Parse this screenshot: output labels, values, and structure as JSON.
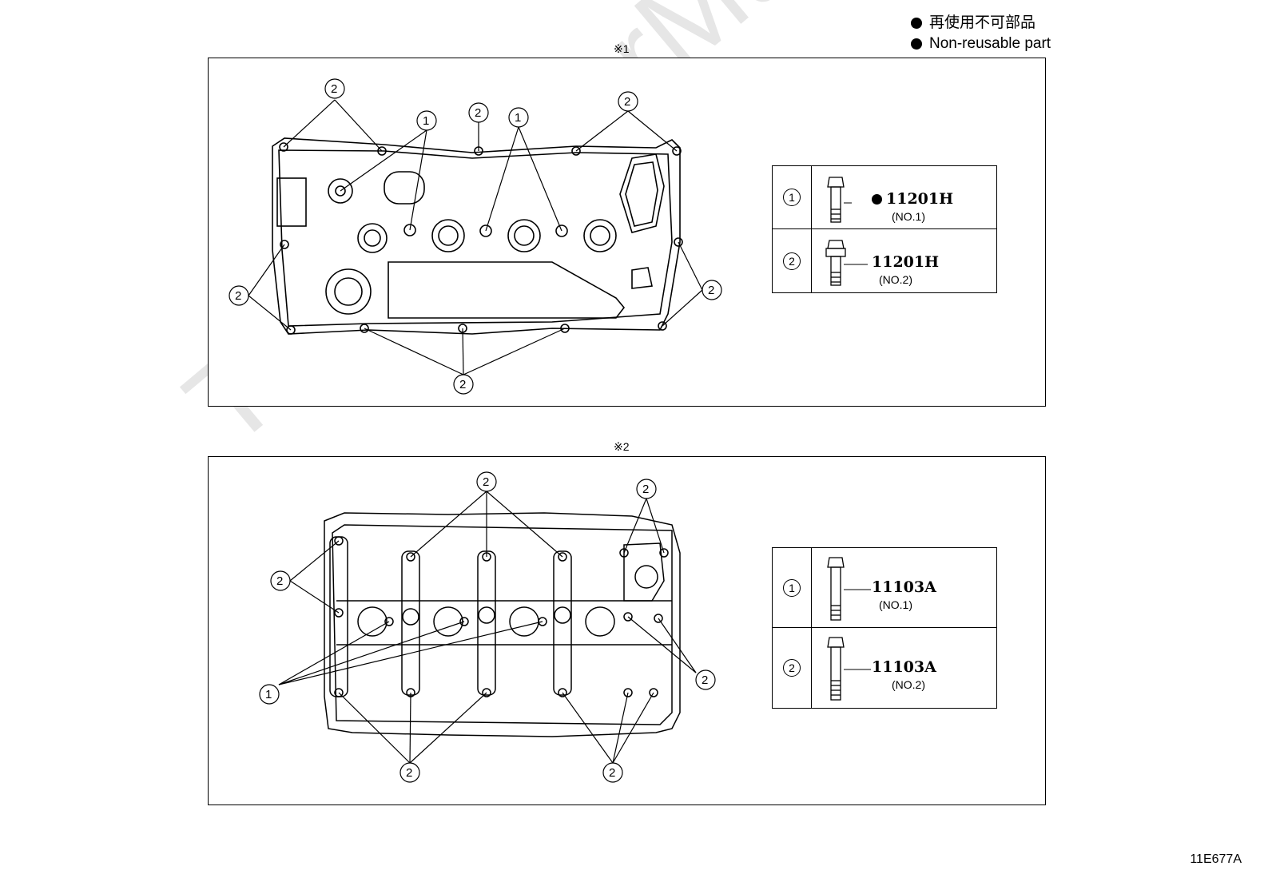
{
  "legend": {
    "jp": "再使用不可部品",
    "en": "Non-reusable part"
  },
  "panels": [
    {
      "label": "※1",
      "bolts": [
        {
          "num": "1",
          "part": "11201H",
          "sub": "(NO.1)",
          "nonreusable": true
        },
        {
          "num": "2",
          "part": "11201H",
          "sub": "(NO.2)",
          "nonreusable": false
        }
      ]
    },
    {
      "label": "※2",
      "bolts": [
        {
          "num": "1",
          "part": "11103A",
          "sub": "(NO.1)",
          "nonreusable": false
        },
        {
          "num": "2",
          "part": "11103A",
          "sub": "(NO.2)",
          "nonreusable": false
        }
      ]
    }
  ],
  "watermark": "Toyota-CarManual.ru",
  "figure_code": "11E677A"
}
